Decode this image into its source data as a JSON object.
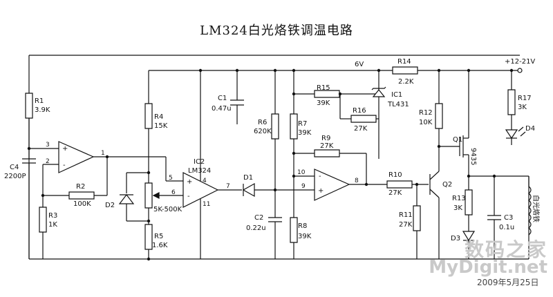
{
  "title": "LM324白光烙铁调温电路",
  "supply": {
    "label": "+12-21V",
    "rail6v": "6V"
  },
  "components": {
    "r1": {
      "ref": "R1",
      "val": "3.9K"
    },
    "r2": {
      "ref": "R2",
      "val": "100K"
    },
    "r3": {
      "ref": "R3",
      "val": "1K"
    },
    "r4": {
      "ref": "R4",
      "val": "15K"
    },
    "r5": {
      "ref": "R5",
      "val": "1.6K"
    },
    "pot": {
      "val": "5K-500K"
    },
    "r6": {
      "ref": "R6",
      "val": "620K"
    },
    "r7": {
      "ref": "R7",
      "val": "39K"
    },
    "r8": {
      "ref": "R8",
      "val": "39K"
    },
    "r9": {
      "ref": "R9",
      "val": "27K"
    },
    "r10": {
      "ref": "R10",
      "val": "27K"
    },
    "r11": {
      "ref": "R11",
      "val": "27K"
    },
    "r12": {
      "ref": "R12",
      "val": "10K"
    },
    "r13": {
      "ref": "R13",
      "val": "3K"
    },
    "r14": {
      "ref": "R14",
      "val": "2.2K"
    },
    "r15": {
      "ref": "R15",
      "val": "39K"
    },
    "r16": {
      "ref": "R16",
      "val": "27K"
    },
    "r17": {
      "ref": "R17",
      "val": "3K"
    },
    "c1": {
      "ref": "C1",
      "val": "0.47u"
    },
    "c2": {
      "ref": "C2",
      "val": "0.22u"
    },
    "c3": {
      "ref": "C3",
      "val": "0.1u"
    },
    "c4": {
      "ref": "C4",
      "val": "2200P"
    },
    "d1": {
      "ref": "D1"
    },
    "d2": {
      "ref": "D2"
    },
    "d3": {
      "ref": "D3"
    },
    "d4": {
      "ref": "D4"
    },
    "ic1": {
      "ref": "IC1",
      "val": "TL431"
    },
    "ic2": {
      "ref": "IC2",
      "val": "LM324"
    },
    "q1": {
      "ref": "Q1",
      "val": "9435"
    },
    "q2": {
      "ref": "Q2"
    },
    "heater": {
      "label": "白光烙铁"
    }
  },
  "pins": {
    "p1": "1",
    "p2": "2",
    "p3": "3",
    "p4": "4",
    "p5": "5",
    "p6": "6",
    "p7": "7",
    "p8": "8",
    "p9": "9",
    "p10": "10",
    "p11": "11"
  },
  "opamp_signs": {
    "plus": "+",
    "minus": "-"
  },
  "watermark": {
    "line1": "数码之家",
    "line2": "MyDigit.net",
    "date": "2009年5月25日"
  }
}
